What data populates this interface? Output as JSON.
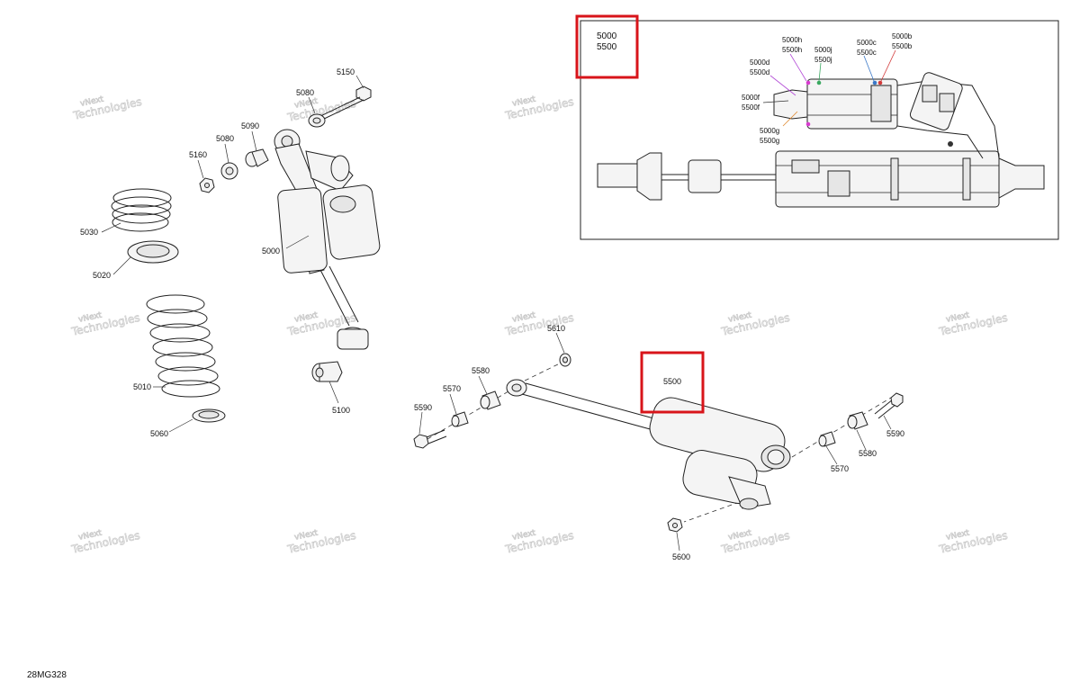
{
  "callouts": {
    "c5150": "5150",
    "c5080a": "5080",
    "c5090": "5090",
    "c5080b": "5080",
    "c5160": "5160",
    "c5030": "5030",
    "c5020": "5020",
    "c5000": "5000",
    "c5010": "5010",
    "c5060": "5060",
    "c5100": "5100",
    "c5610": "5610",
    "c5580a": "5580",
    "c5570a": "5570",
    "c5590a": "5590",
    "c5590b": "5590",
    "c5580b": "5580",
    "c5570b": "5570",
    "c5600": "5600"
  },
  "highlight_top": {
    "line1": "5000",
    "line2": "5500"
  },
  "highlight_mid": {
    "line1": "5500"
  },
  "inset_labels": {
    "l5000h": "5000h",
    "l5500h": "5500h",
    "l5000j": "5000j",
    "l5500j": "5500j",
    "l5000c": "5000c",
    "l5500c": "5500c",
    "l5000b": "5000b",
    "l5500b": "5500b",
    "l5000d": "5000d",
    "l5500d": "5500d",
    "l5000f": "5000f",
    "l5500f": "5500f",
    "l5000g": "5000g",
    "l5500g": "5500g"
  },
  "watermark": {
    "line1": "vNext",
    "line2": "Technologies"
  },
  "figure_code": "28MG328",
  "colors": {
    "highlight": "#d8141a",
    "leader_purple": "#b34bd6",
    "leader_green": "#3aa860",
    "leader_blue": "#3a78c8",
    "leader_red": "#d23a3a"
  }
}
